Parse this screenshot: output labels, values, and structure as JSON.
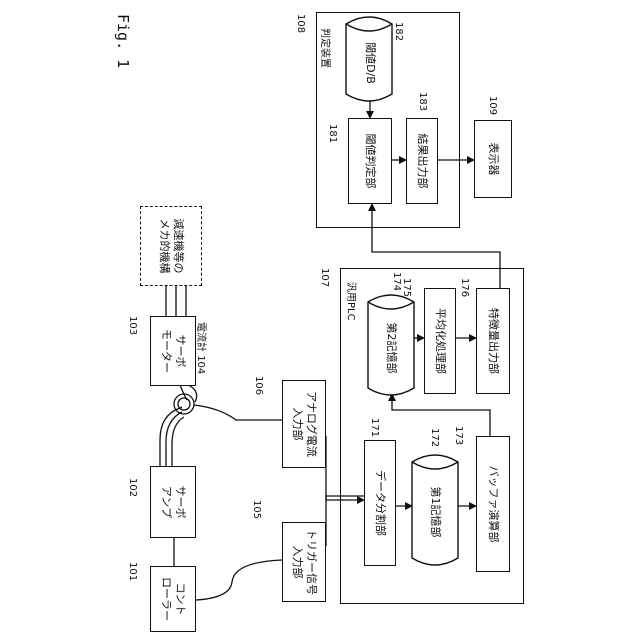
{
  "figure_label": "Fig. 1",
  "blocks": {
    "controller": {
      "ref": "101",
      "label": "コント\nローラー"
    },
    "servo_amp": {
      "ref": "102",
      "label": "サーボ\nアンプ"
    },
    "servo_motor": {
      "ref": "103",
      "label": "サーボ\nモーター"
    },
    "ammeter": {
      "ref": "104",
      "label": "電流計"
    },
    "trigger_input": {
      "ref": "105",
      "label": "トリガー信号\n入力部"
    },
    "analog_input": {
      "ref": "106",
      "label": "アナログ電流\n入力部"
    },
    "mechanism": {
      "label": "減速機等の\nメカ的機構"
    },
    "plc": {
      "ref": "107",
      "label": "汎用PLC"
    },
    "data_split": {
      "ref": "171",
      "label": "データ分割部"
    },
    "storage1": {
      "ref": "172",
      "label": "第1記憶部"
    },
    "buffer_calc": {
      "ref": "173",
      "label": "バッファ演算部"
    },
    "storage2": {
      "ref": "174",
      "label": "第2記憶部"
    },
    "averaging": {
      "ref": "175",
      "label": "平均化処理部"
    },
    "feature_output": {
      "ref": "176",
      "label": "特徴量出力部"
    },
    "judge_device": {
      "ref": "108",
      "label": "判定装置"
    },
    "threshold_judge": {
      "ref": "181",
      "label": "閾値判定部"
    },
    "threshold_db": {
      "ref": "182",
      "label": "閾値D/B"
    },
    "result_output": {
      "ref": "183",
      "label": "結果出力部"
    },
    "display": {
      "ref": "109",
      "label": "表示器"
    }
  }
}
